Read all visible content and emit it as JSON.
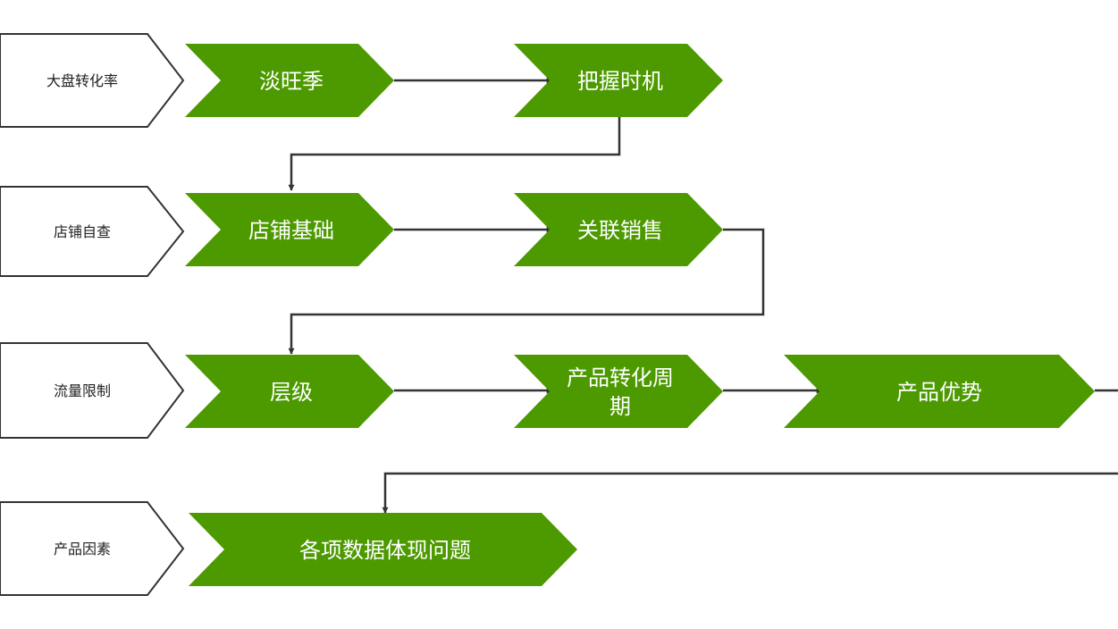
{
  "colors": {
    "step_fill": "#4d9a00",
    "row_stroke": "#333333",
    "connector": "#333333",
    "step_text": "#ffffff",
    "row_text": "#222222"
  },
  "rows": [
    {
      "label": "大盘转化率"
    },
    {
      "label": "店铺自查"
    },
    {
      "label": "流量限制"
    },
    {
      "label": "产品因素"
    }
  ],
  "steps": {
    "s1": "淡旺季",
    "s2": "把握时机",
    "s3": "店铺基础",
    "s4": "关联销售",
    "s5": "层级",
    "s6": [
      "产品转化周",
      "期"
    ],
    "s7": "产品优势",
    "s8": "各项数据体现问题"
  }
}
